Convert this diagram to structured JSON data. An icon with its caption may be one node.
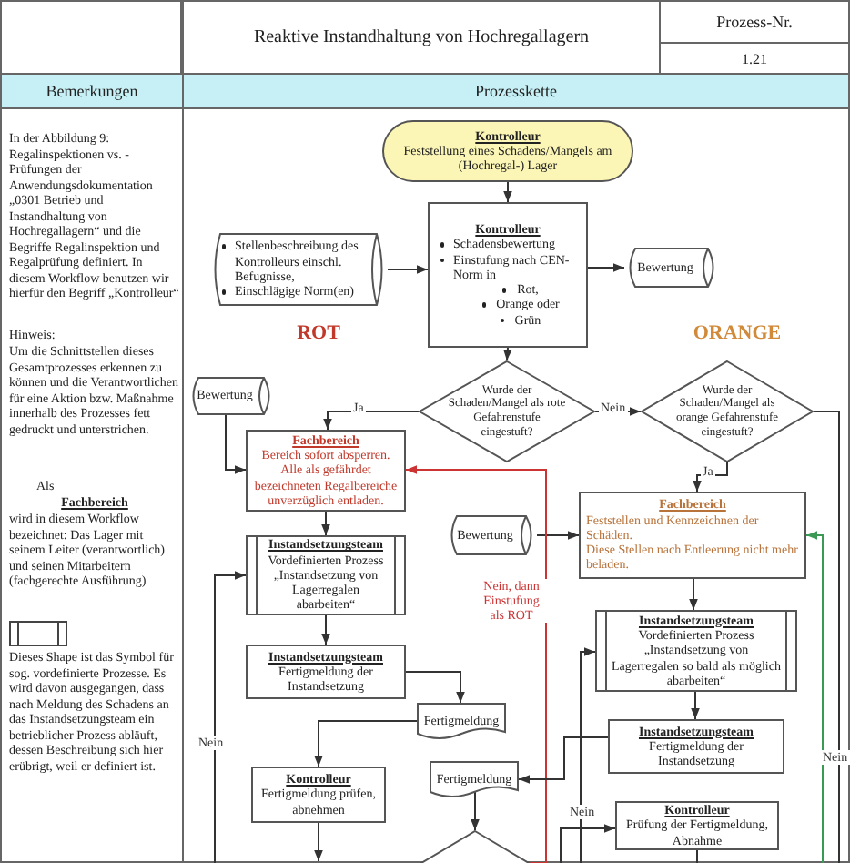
{
  "diagram": {
    "title": "Reaktive Instandhaltung von Hochregallagern",
    "nodes": [
      {
        "text": [
          "Kontrolleur",
          "Feststellung eines Schadens/Mangels am (Hochregal-) Lager"
        ]
      },
      {
        "text": [
          "Stellenbeschreibung des Kontrolleurs einschl. Befugnisse,",
          "Einschlägige Norm(en)"
        ]
      },
      {
        "text": [
          "Kontrolleur",
          "Schadensbewertung",
          "Einstufung nach CEN-Norm in",
          "Rot,",
          "Orange oder",
          "Grün"
        ]
      },
      {
        "text": [
          "Bewertung"
        ]
      },
      {
        "text": [
          "Wurde der Schaden/Mangel als rote Gefahrenstufe eingestuft?"
        ]
      },
      {
        "text": [
          "Wurde der Schaden/Mangel als orange Gefahrenstufe eingestuft?"
        ]
      },
      {
        "text": [
          "Bewertung"
        ]
      },
      {
        "text": [
          "Fachbereich",
          "Bereich sofort absperren. Alle als gefährdet bezeichneten Regalbereiche unverzüglich entladen."
        ]
      },
      {
        "text": [
          "Bewertung"
        ]
      },
      {
        "text": [
          "Fachbereich",
          "Feststellen und Kennzeichnen der Schäden.",
          "Diese Stellen nach Entleerung nicht mehr beladen."
        ]
      },
      {
        "text": [
          "Instandsetzungsteam",
          "Vordefinierten Prozess „Instandsetzung von Lagerregalen abarbeiten“"
        ]
      },
      {
        "text": [
          "Instandsetzungsteam",
          "Vordefinierten Prozess „Instandsetzung von Lagerregalen so bald als möglich abarbeiten“"
        ]
      },
      {
        "text": [
          "Instandsetzungsteam",
          "Fertigmeldung der Instandsetzung"
        ]
      },
      {
        "text": [
          "Fertigmeldung"
        ]
      },
      {
        "text": [
          "Instandsetzungsteam",
          "Fertigmeldung der Instandsetzung"
        ]
      },
      {
        "text": [
          "Fertigmeldung"
        ]
      },
      {
        "text": [
          "Kontrolleur",
          "Fertigmeldung prüfen, abnehmen"
        ]
      },
      {
        "text": [
          "Kontrolleur",
          "Prüfung der Fertigmeldung, Abnahme"
        ]
      },
      {
        "text": [],
        "shape": "diamond"
      }
    ],
    "edges": [
      {
        "from": 0,
        "to": 2,
        "arrow": "to"
      },
      {
        "from": 1,
        "to": 2,
        "arrow": "to"
      },
      {
        "from": 2,
        "to": 3,
        "arrow": "to"
      },
      {
        "from": 2,
        "to": 4,
        "arrow": "to"
      },
      {
        "from": 4,
        "to": 7,
        "arrow": "to",
        "label": "Ja"
      },
      {
        "from": 4,
        "to": 5,
        "arrow": "to",
        "label": "Nein"
      },
      {
        "from": 5,
        "to": 9,
        "arrow": "to",
        "label": "Ja"
      },
      {
        "from": 6,
        "to": 7,
        "arrow": "to"
      },
      {
        "from": 8,
        "to": 9,
        "arrow": "to"
      },
      {
        "from": 18,
        "to": 7,
        "arrow": "to",
        "label": "Nein, dann Einstufung als ROT",
        "color": "#cc3333"
      },
      {
        "from": 5,
        "to": null,
        "arrow": "none",
        "label": "Nein"
      },
      {
        "from": null,
        "to": 9,
        "arrow": "to",
        "color": "#3a9a55"
      },
      {
        "from": 7,
        "to": 10,
        "arrow": "to"
      },
      {
        "from": 10,
        "to": 12,
        "arrow": "to"
      },
      {
        "from": 12,
        "to": 13,
        "arrow": "to"
      },
      {
        "from": 13,
        "to": 16,
        "arrow": "to"
      },
      {
        "from": 9,
        "to": 11,
        "arrow": "to"
      },
      {
        "from": 11,
        "to": 14,
        "arrow": "to"
      },
      {
        "from": 14,
        "to": 15,
        "arrow": "to"
      },
      {
        "from": 15,
        "to": 18,
        "arrow": "to"
      },
      {
        "from": 16,
        "to": null,
        "arrow": "to"
      },
      {
        "from": null,
        "to": 10,
        "arrow": "to",
        "label": "Nein"
      },
      {
        "from": null,
        "to": 11,
        "arrow": "to"
      },
      {
        "from": null,
        "to": 17,
        "arrow": "to",
        "label": "Nein"
      },
      {
        "from": 17,
        "to": null,
        "arrow": "none"
      }
    ],
    "labels": [
      "Prozess-Nr.",
      "1.21",
      "Bemerkungen",
      "Prozesskette",
      "In der Abbildung 9: Regalinspektionen vs. - Prüfungen der Anwendungsdokumentation „0301 Betrieb und Instandhaltung von Hochregallagern“ und die Begriffe Regalinspektion und Regalprüfung definiert. In diesem Workflow benutzen wir hierfür den Begriff „Kontrolleur“",
      "Hinweis:",
      "Um die Schnittstellen dieses Gesamtprozesses erkennen zu können und die Verantwortlichen für eine Aktion bzw. Maßnahme innerhalb des Prozesses fett gedruckt und unterstrichen.",
      "Als",
      "Fachbereich",
      "wird in diesem Workflow bezeichnet: Das Lager mit seinem Leiter (verantwortlich) und seinen Mitarbeitern (fachgerechte Ausführung)",
      "Dieses Shape ist das Symbol für sog. vordefinierte Prozesse. Es wird davon ausgegangen, dass nach Meldung des Schadens an das Instandsetzungsteam ein betrieblicher Prozess abläuft, dessen Beschreibung sich hier erübrigt, weil er definiert ist.",
      "ROT",
      "ORANGE"
    ]
  }
}
